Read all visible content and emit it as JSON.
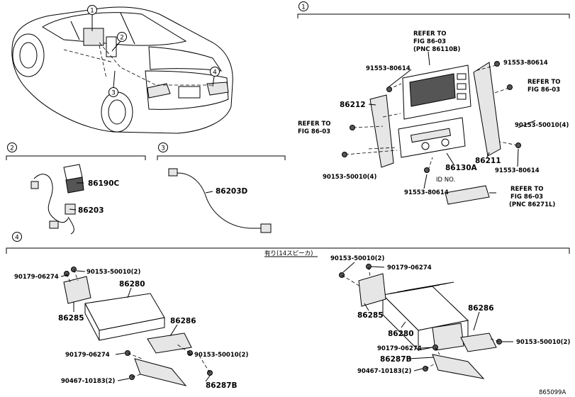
{
  "sections": {
    "s1": "1",
    "s2": "2",
    "s3": "3",
    "s4": "4"
  },
  "car_callouts": {
    "c1": "1",
    "c2": "2",
    "c3": "3",
    "c4": "4"
  },
  "sec1": {
    "refer_top": "REFER TO",
    "refer_top_fig": "FIG 86-03",
    "refer_top_pnc": "(PNC 86110B)",
    "bolt_tl": "91553-80614",
    "bolt_tr": "91553-80614",
    "refer_right": "REFER TO",
    "refer_right_fig": "FIG 86-03",
    "bracket_left": "86212",
    "refer_left": "REFER TO",
    "refer_left_fig": "FIG 86-03",
    "screw_r": "90153-50010(4)",
    "screw_l": "90153-50010(4)",
    "head_unit": "86130A",
    "bracket_right": "86211",
    "bolt_br": "91553-80614",
    "id_no": "ID NO.",
    "bolt_bc": "91553-80614",
    "refer_br": "REFER TO",
    "refer_br_fig": "FIG 86-03",
    "refer_br_pnc": "(PNC 86271L)"
  },
  "sec2": {
    "part_a": "86190C",
    "part_b": "86203"
  },
  "sec3": {
    "part_a": "86203D"
  },
  "sec4": {
    "note": "有り(14スピーカ)",
    "l_clip": "90179-06274",
    "l_screw_top": "90153-50010(2)",
    "l_amp": "86280",
    "l_bracket": "86285",
    "l_bracket2": "86286",
    "l_clip2": "90179-06274",
    "l_screw_bot": "90153-50010(2)",
    "l_nut": "90467-10183(2)",
    "l_bracket3": "86287B",
    "r_screw_top": "90153-50010(2)",
    "r_clip": "90179-06274",
    "r_bracket": "86285",
    "r_bracket2": "86286",
    "r_amp": "86280",
    "r_clip2": "90179-06274",
    "r_screw_bot": "90153-50010(2)",
    "r_bracket3": "86287B",
    "r_nut": "90467-10183(2)"
  },
  "footer": {
    "code": "865099A"
  }
}
